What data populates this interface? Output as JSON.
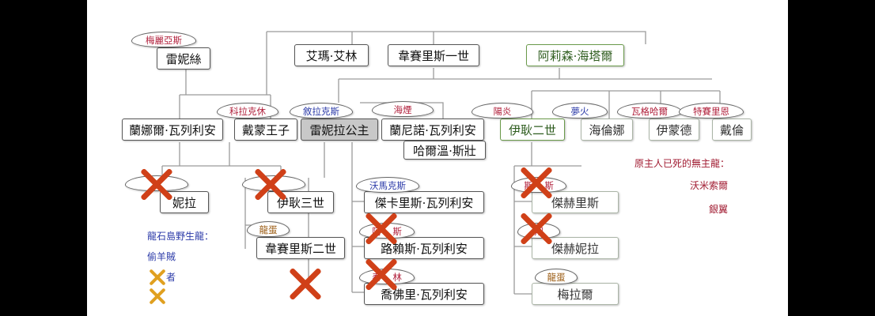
{
  "top": {
    "emma": "艾瑪·艾林",
    "viserys1": "韋賽里斯一世",
    "alicent": "阿莉森·海塔爾"
  },
  "left": {
    "rhaenys_dragon": "梅麗亞斯",
    "rhaenys": "雷妮絲"
  },
  "middle": {
    "laena": "蘭娜爾·瓦列利安",
    "daemon": "戴蒙王子",
    "rhaenyra": "雷妮拉公主",
    "laenor": "蘭尼諾·瓦列利安",
    "harwin": "哈爾溫·斯壯",
    "aegon2": "伊耿二世",
    "helaena": "海倫娜",
    "aemond": "伊蒙德",
    "daeron": "戴倫"
  },
  "dragons_mid": {
    "caraxes": "科拉克休",
    "syrax": "敘拉克斯",
    "seasmoke": "海煙",
    "sunfyre": "陽炎",
    "dreamfyre": "夢火",
    "vhagar": "瓦格哈爾",
    "tessarion": "特賽里恩"
  },
  "bottom": {
    "baela_partial": "妮拉",
    "aegon3_partial": "伊耿三世",
    "viserys2": "韋賽里斯二世",
    "jacaerys": "傑卡里斯·瓦列利安",
    "lucerys": "路賴斯·瓦列利安",
    "joffrey": "喬佛里·瓦列利安",
    "jaehaerys": "傑赫里斯",
    "jaehaera": "傑赫妮拉",
    "maelor": "梅拉爾"
  },
  "dragons_bottom": {
    "vermax": "沃馬克斯",
    "egg1": "龍蛋",
    "arrax_partial": "阿",
    "arrax_suffix": "斯",
    "tyraxes_partial": "泰",
    "tyraxes_suffix": "林",
    "jaehaerys_dragon_prefix": "斯",
    "jaehaerys_dragon_suffix": "斯",
    "jaehaera_dragon": "翔",
    "egg2": "龍蛋"
  },
  "notes": {
    "dragonstone_wild": "龍石島野生龍：",
    "sheepstealer": "偷羊賊",
    "ghost_partial": "者",
    "riderless_title": "原主人已死的無主龍：",
    "vermithor": "沃米索爾",
    "silverwing": "銀翼"
  },
  "colors": {
    "cross": "#d04018",
    "small_cross": "#e0a020",
    "dragon_red": "#b01e3a",
    "dragon_blue": "#2b3aa8",
    "egg_brown": "#9a5a10",
    "green_border": "#6a9a4a"
  }
}
